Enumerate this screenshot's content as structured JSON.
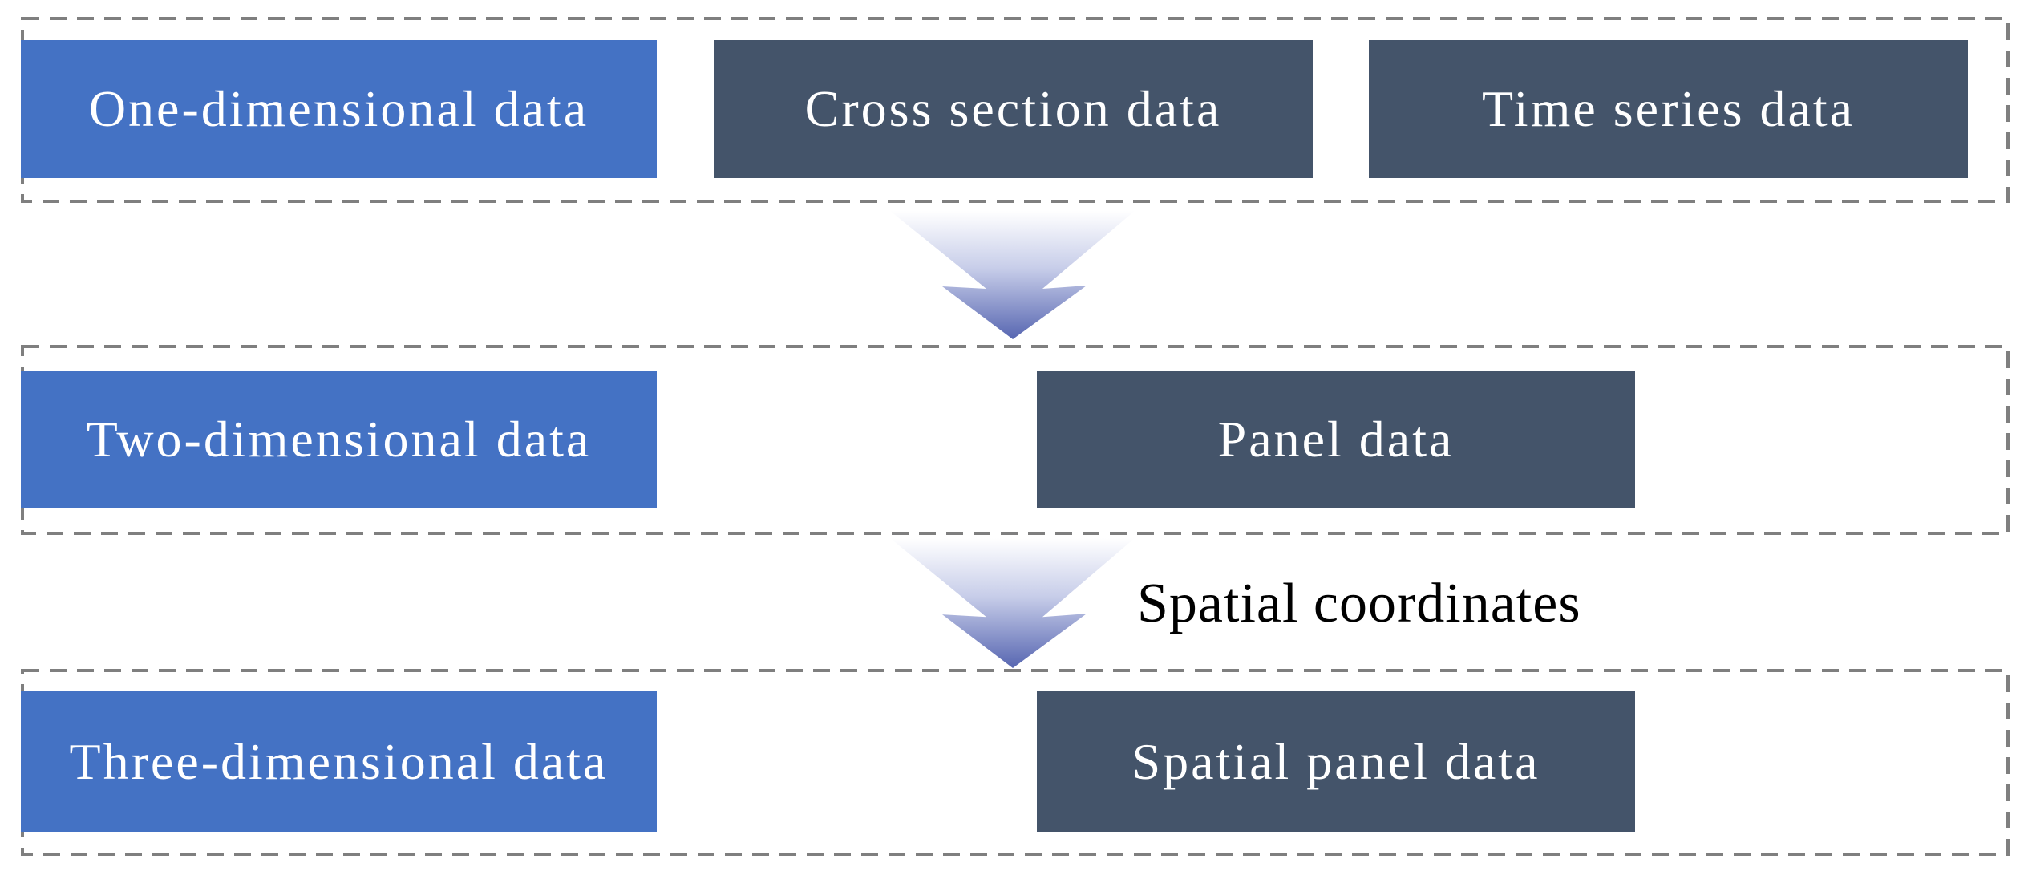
{
  "diagram": {
    "rows": [
      {
        "dimension_box": {
          "label": "One-dimensional data"
        },
        "type_boxes": [
          {
            "label": "Cross section data"
          },
          {
            "label": "Time series data"
          }
        ]
      },
      {
        "dimension_box": {
          "label": "Two-dimensional data"
        },
        "type_boxes": [
          {
            "label": "Panel data"
          }
        ]
      },
      {
        "dimension_box": {
          "label": "Three-dimensional data"
        },
        "type_boxes": [
          {
            "label": "Spatial panel data"
          }
        ]
      }
    ],
    "arrows": [
      {
        "name": "arrow-1d-to-2d",
        "label": ""
      },
      {
        "name": "arrow-2d-to-3d",
        "label": "Spatial coordinates"
      }
    ],
    "colors": {
      "dimension_box_fill": "#4472C4",
      "type_box_fill": "#44546A",
      "box_text": "#FFFFFF",
      "frame_dash": "#7F7F7F",
      "arrow_gradient_top": "#FFFFFF",
      "arrow_gradient_mid": "#C7CDE9",
      "arrow_gradient_bottom": "#5766B1",
      "annotation_text": "#000000",
      "background": "#FFFFFF"
    }
  }
}
